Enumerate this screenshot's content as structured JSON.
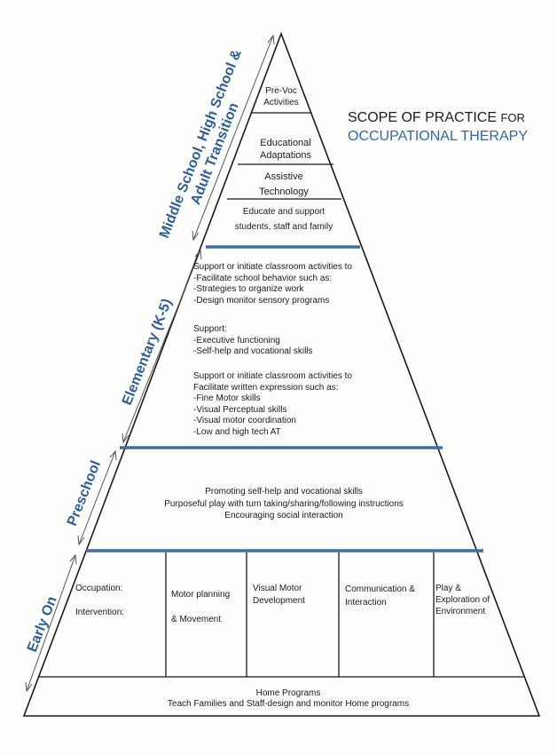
{
  "title": {
    "line1_main": "SCOPE OF PRACTICE",
    "line1_for": "FOR",
    "line2": "OCCUPATIONAL THERAPY"
  },
  "side_labels": {
    "middle_line1": "Middle School, High School &",
    "middle_line2": "Adult Transition",
    "elementary": "Elementary (K-5)",
    "preschool": "Preschool",
    "early_on": "Early On"
  },
  "levels": {
    "prevoc": [
      "Pre-Voc",
      "Activities"
    ],
    "educational": [
      "Educational",
      "Adaptations"
    ],
    "assistive": [
      "Assistive",
      "Technology"
    ],
    "educate": [
      "Educate and support",
      "students, staff and family"
    ]
  },
  "elementary": {
    "block1": [
      "Support or initiate classroom activities to",
      "-Facilitate school behavior such as:",
      "-Strategies to organize work",
      "-Design monitor sensory programs"
    ],
    "block2": [
      "Support:",
      "-Executive functioning",
      "-Self-help and vocational skills"
    ],
    "block3": [
      "Support or initiate classroom activities to",
      "Facilitate written expression such as:",
      "-Fine Motor skills",
      "-Visual Perceptual skills",
      "-Visual motor coordination",
      "-Low and high tech AT"
    ]
  },
  "preschool": [
    "Promoting self-help and vocational skills",
    "Purposeful play with turn taking/sharing/following instructions",
    "Encouraging social interaction"
  ],
  "early_on": {
    "occupation": "Occupation:",
    "intervention": "Intervention:",
    "motor_planning": [
      "Motor planning",
      "& Movement"
    ],
    "visual_motor": [
      "Visual Motor",
      "Development"
    ],
    "communication": [
      "Communication &",
      "Interaction"
    ],
    "play": [
      "Play &",
      "Exploration of",
      "Environment"
    ]
  },
  "home": [
    "Home Programs",
    "Teach Families and Staff-design and monitor Home programs"
  ],
  "colors": {
    "accent": "#2e6aa6",
    "band": "#3b6fa8",
    "line": "#1a1a1a"
  }
}
